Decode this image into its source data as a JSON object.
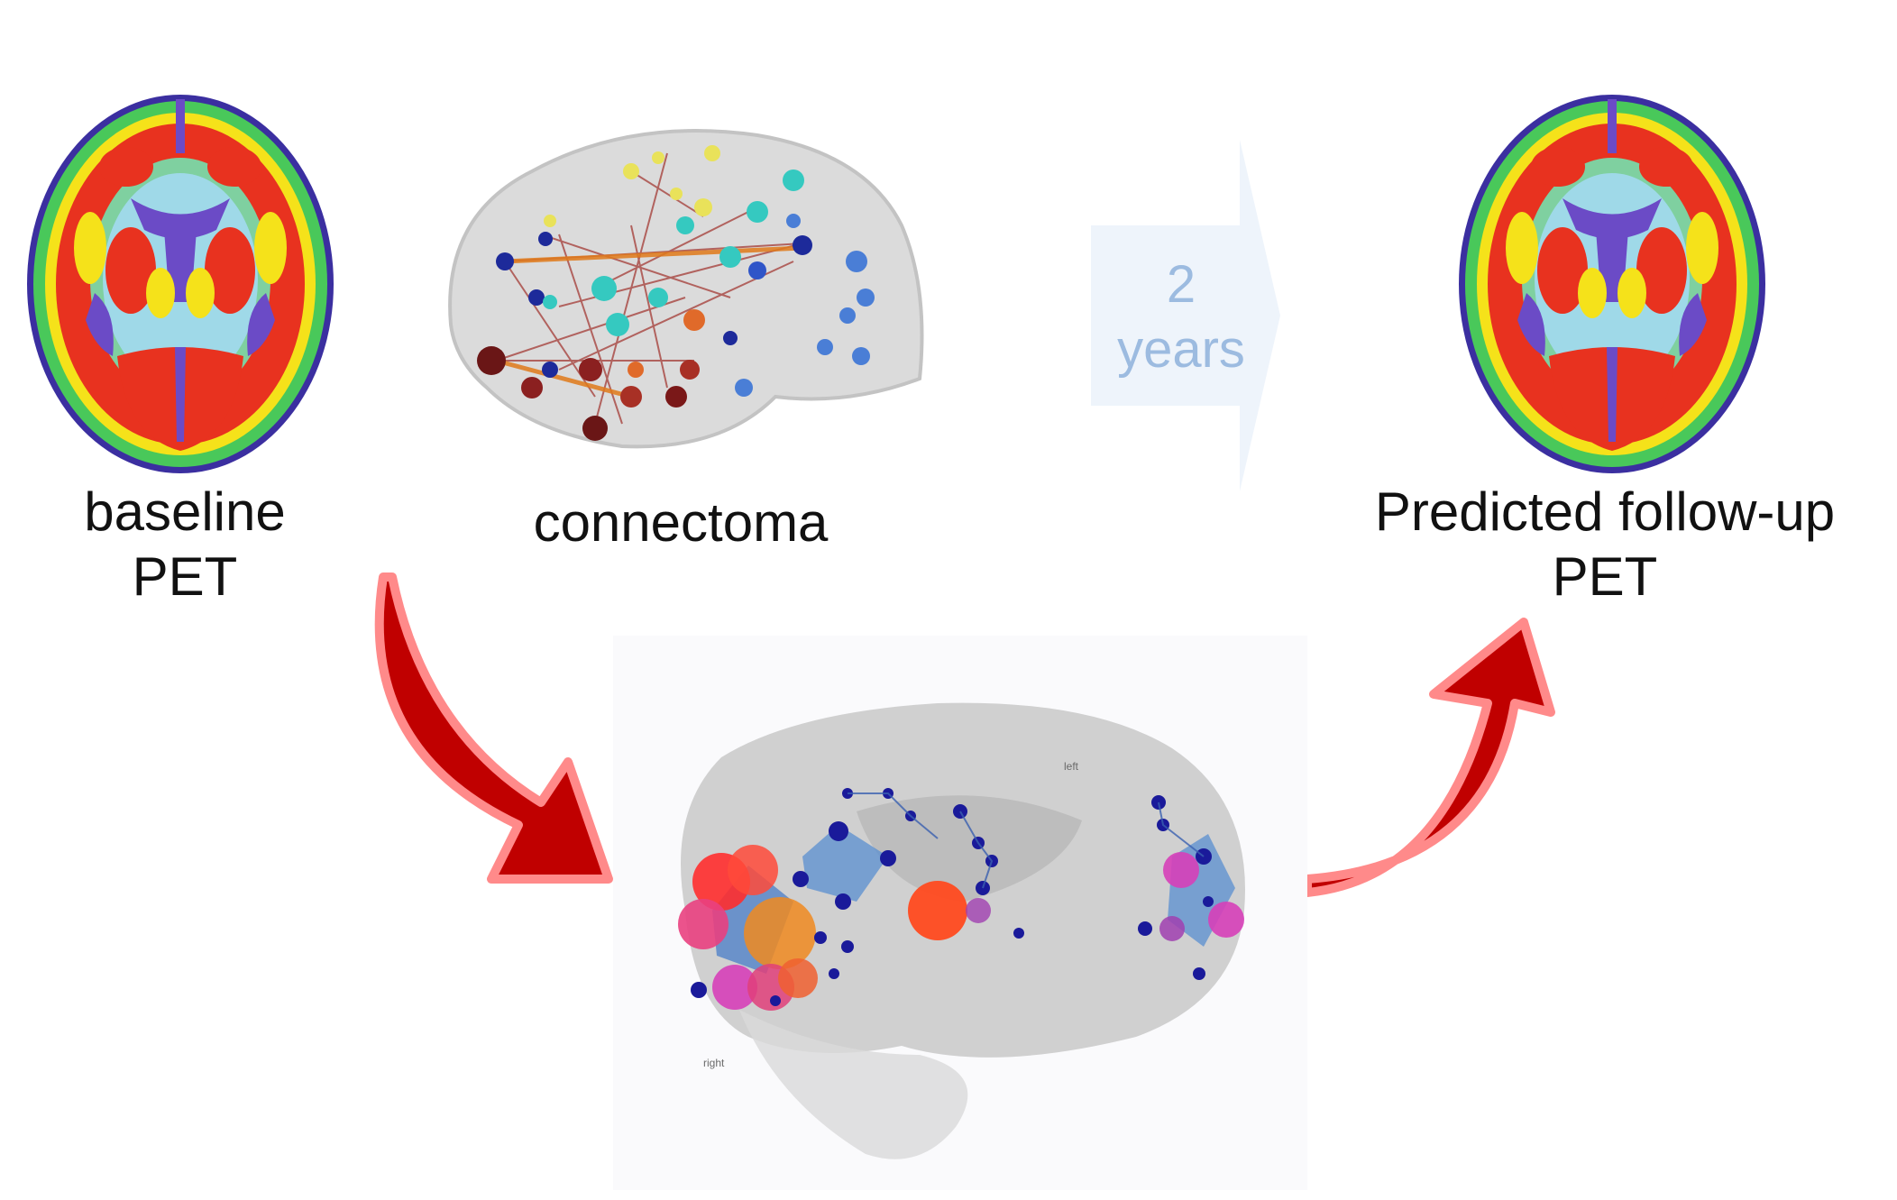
{
  "baseline_pet": {
    "line1": "baseline",
    "line2": "PET"
  },
  "connectome": {
    "label": "connectoma"
  },
  "time_arrow": {
    "line1": "2",
    "line2": "years"
  },
  "followup_pet": {
    "line1": "Predicted follow-up",
    "line2": "PET"
  },
  "model_brain": {
    "small_label_top": "left",
    "small_label_bottom": "right"
  },
  "colors": {
    "flow_arrow_fill": "#c00000",
    "flow_arrow_outline": "#ff8a8a",
    "time_arrow_fill": "#eef4fb",
    "time_text": "#9cbbe0",
    "pet_outer_ring": "#3b2fa0",
    "pet_green": "#49c85a",
    "pet_yellow": "#f5e21a",
    "pet_red": "#e8321f",
    "pet_purple": "#6b4bc6"
  }
}
